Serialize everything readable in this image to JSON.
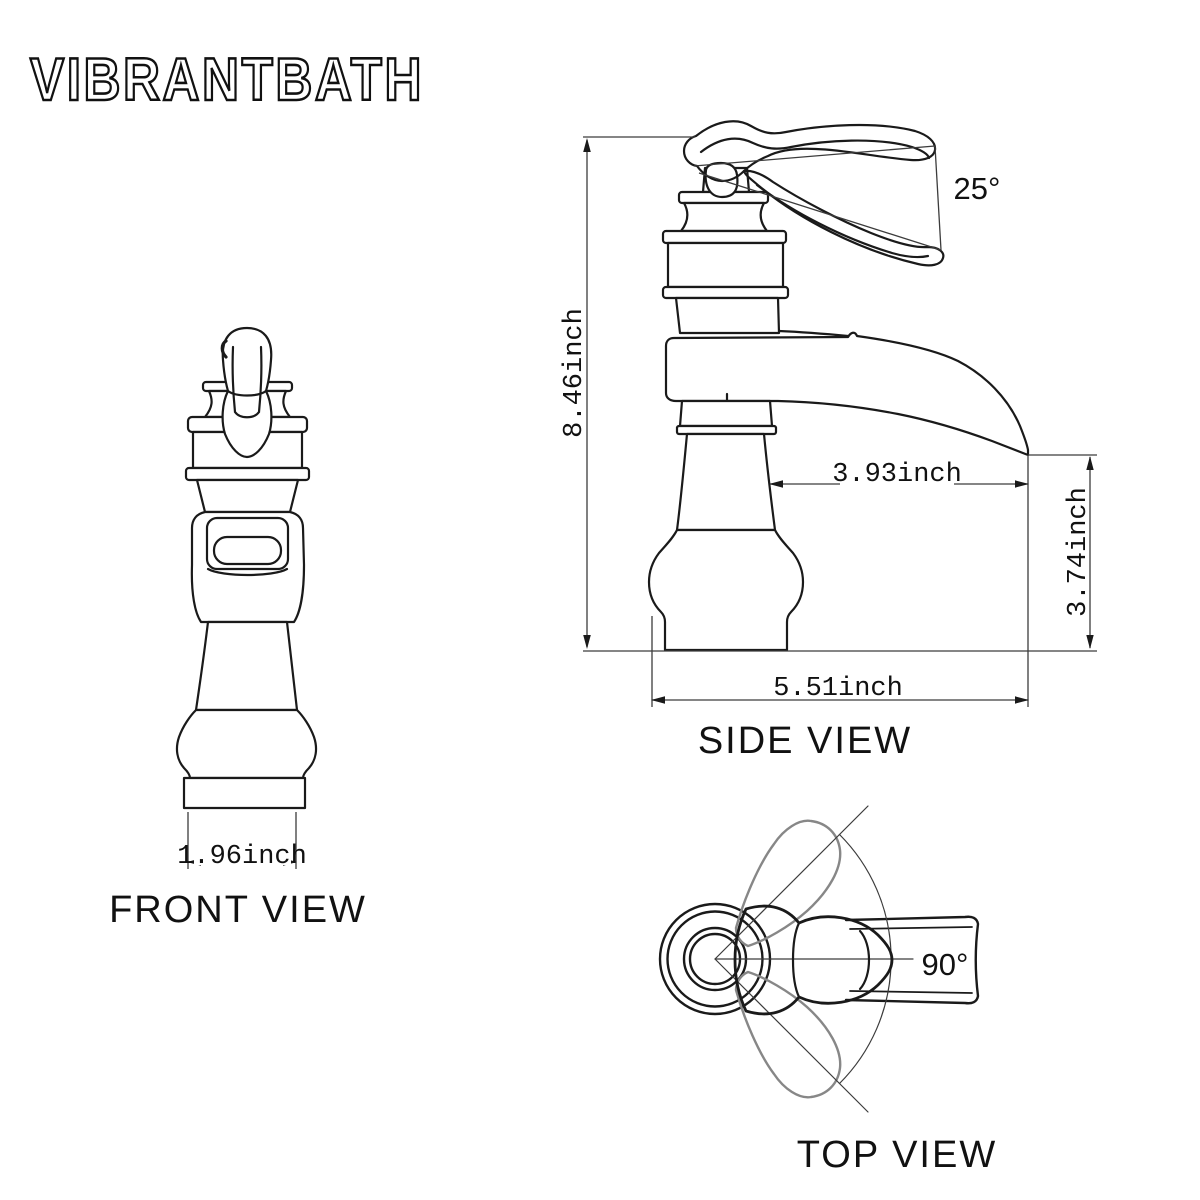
{
  "brand": {
    "logo": "VIBRANTBATH"
  },
  "colors": {
    "background": "#ffffff",
    "line": "#1a1a1a",
    "thin_line": "#3c3c3c",
    "ghost_line": "#878787"
  },
  "views": {
    "front": {
      "label": "FRONT VIEW",
      "dimensions": {
        "base_width": "1.96inch"
      }
    },
    "side": {
      "label": "SIDE VIEW",
      "dimensions": {
        "total_height": "8.46inch",
        "spout_reach": "3.93inch",
        "spout_height": "3.74inch",
        "base_depth": "5.51inch",
        "handle_angle": "25°"
      }
    },
    "top": {
      "label": "TOP VIEW",
      "dimensions": {
        "swivel_angle": "90°"
      }
    }
  }
}
